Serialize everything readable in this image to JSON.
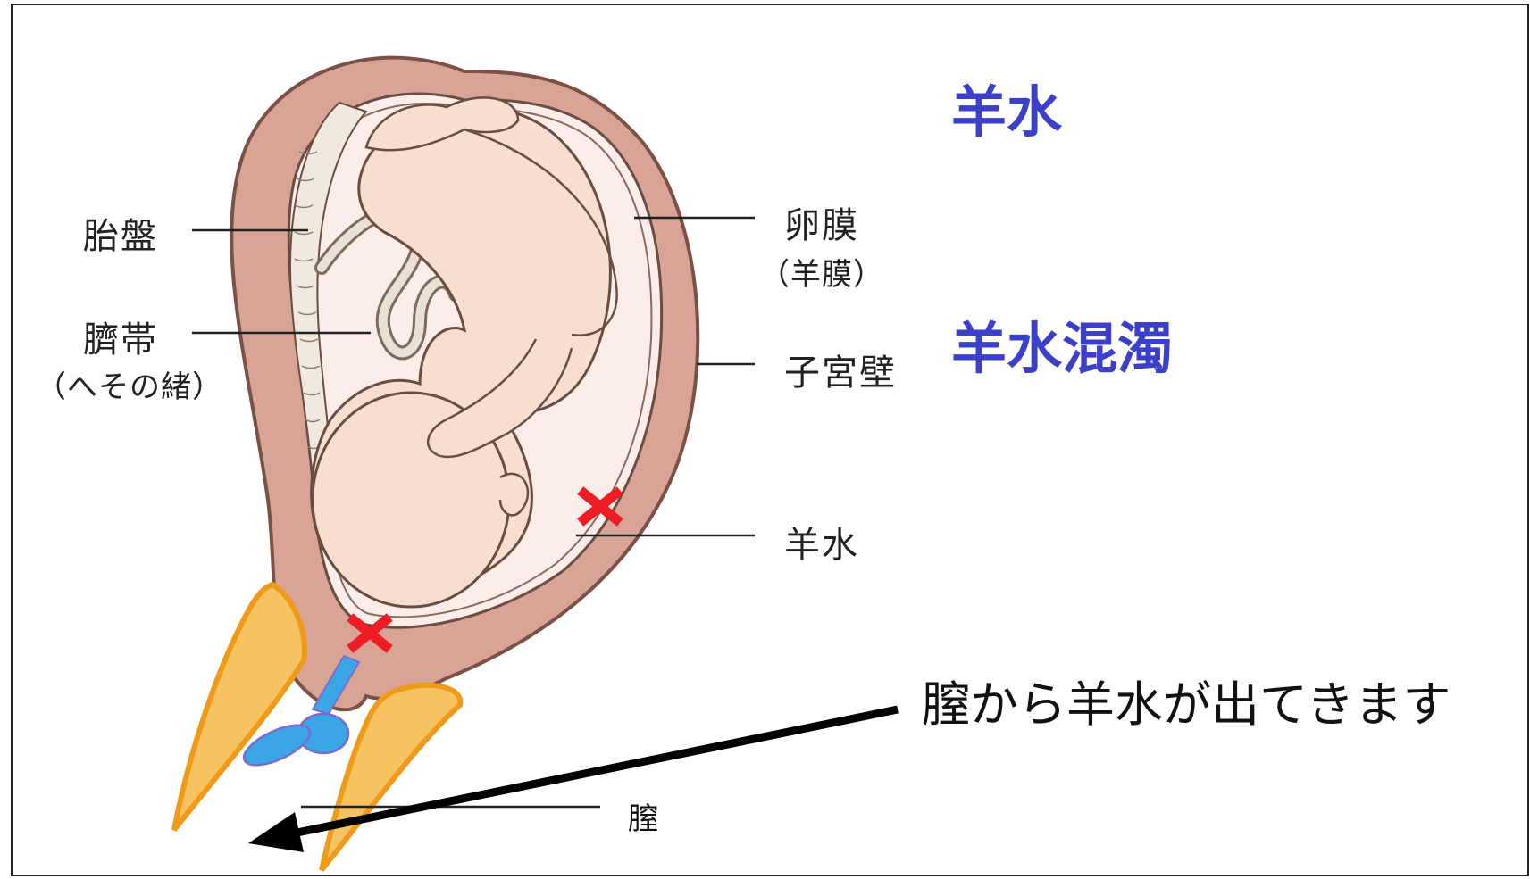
{
  "colors": {
    "heading": "#3b3fc9",
    "uterus_wall": "#d9a496",
    "uterus_outline": "#7b5147",
    "fetus_skin": "#f6dfcf",
    "fetus_outline": "#6a4d40",
    "placenta": "#efe9e0",
    "amniotic_fluid": "#fbeeea",
    "cervix_plug": "#3aa6e6",
    "plug_outline": "#7a6cc9",
    "vagina_fill": "#f7c361",
    "vagina_outline": "#f09a1a",
    "rupture_mark": "#ee1c25",
    "arrow": "#000000"
  },
  "headings": {
    "amniotic_fluid": "羊水",
    "meconium_stained": "羊水混濁"
  },
  "labels": {
    "placenta": "胎盤",
    "umbilical_cord": "臍帯",
    "umbilical_cord_sub": "（へその緒）",
    "membrane": "卵膜",
    "membrane_sub": "（羊膜）",
    "uterine_wall": "子宮壁",
    "amniotic_fluid": "羊水",
    "vagina": "膣"
  },
  "note": "膣から羊水が出てきます",
  "icons": {
    "rupture": "red-x-mark",
    "arrow": "arrow-left-icon"
  }
}
